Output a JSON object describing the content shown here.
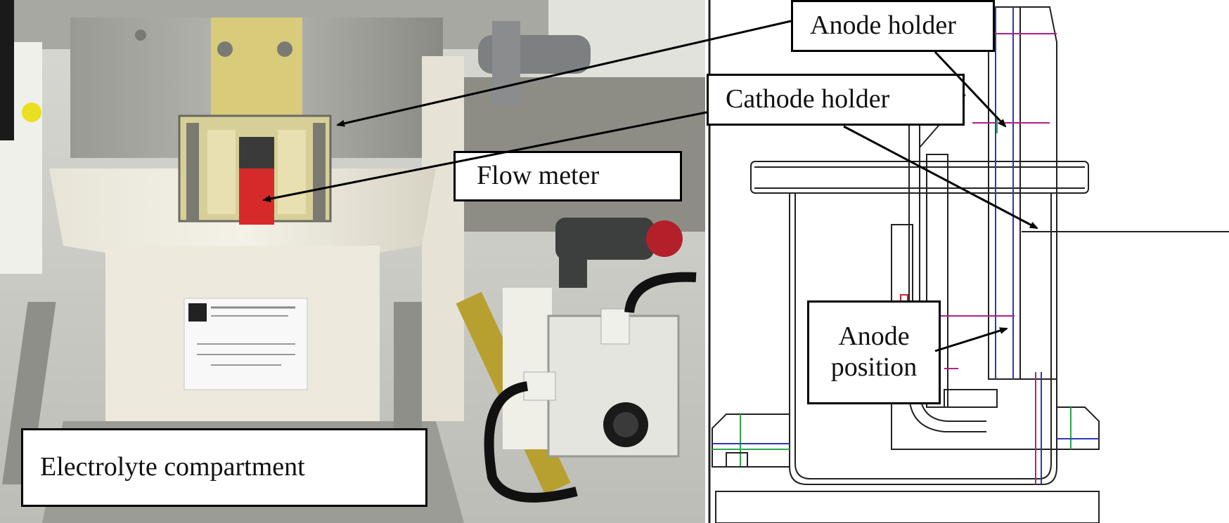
{
  "labels": {
    "anode_holder": "Anode holder",
    "cathode_holder": "Cathode holder",
    "flow_meter": "Flow meter",
    "anode_position_line1": "Anode",
    "anode_position_line2": "position",
    "electrolyte_compartment": "Electrolyte compartment"
  },
  "colors": {
    "pump_knob": "#b3202a",
    "cathode_clip": "#d62a2a",
    "drawing_magenta": "#b0208a",
    "drawing_green": "#2aa84a",
    "drawing_blue": "#2a3ab8",
    "drawing_red": "#d02030"
  }
}
